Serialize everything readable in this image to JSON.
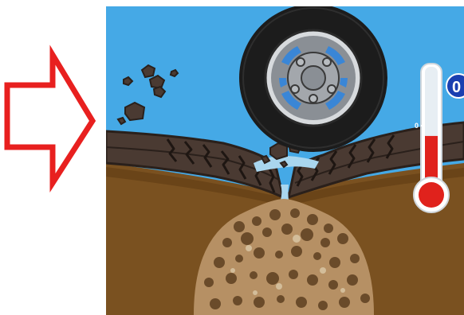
{
  "scene": {
    "title": "",
    "colors": {
      "sky": "#45a9e6",
      "soil": "#7a5120",
      "soil_dark": "#5a3a15",
      "road": "#4a3a32",
      "tire": "#1c1c1c",
      "hub": "#8a8f95",
      "hub_slot": "#3a86d6",
      "arrow": "#e8201f",
      "mercury": "#e0221c",
      "water": "#a9d6ee",
      "subgrade": "#b69064",
      "badge": "#1a3fb0"
    },
    "icons": {
      "arrow": "right-arrow-icon",
      "thermometer": "thermometer-icon",
      "tire": "tire-icon"
    }
  },
  "thermometer": {
    "tick_label": "0",
    "level": 0.47
  },
  "badge": {
    "value": "0"
  }
}
